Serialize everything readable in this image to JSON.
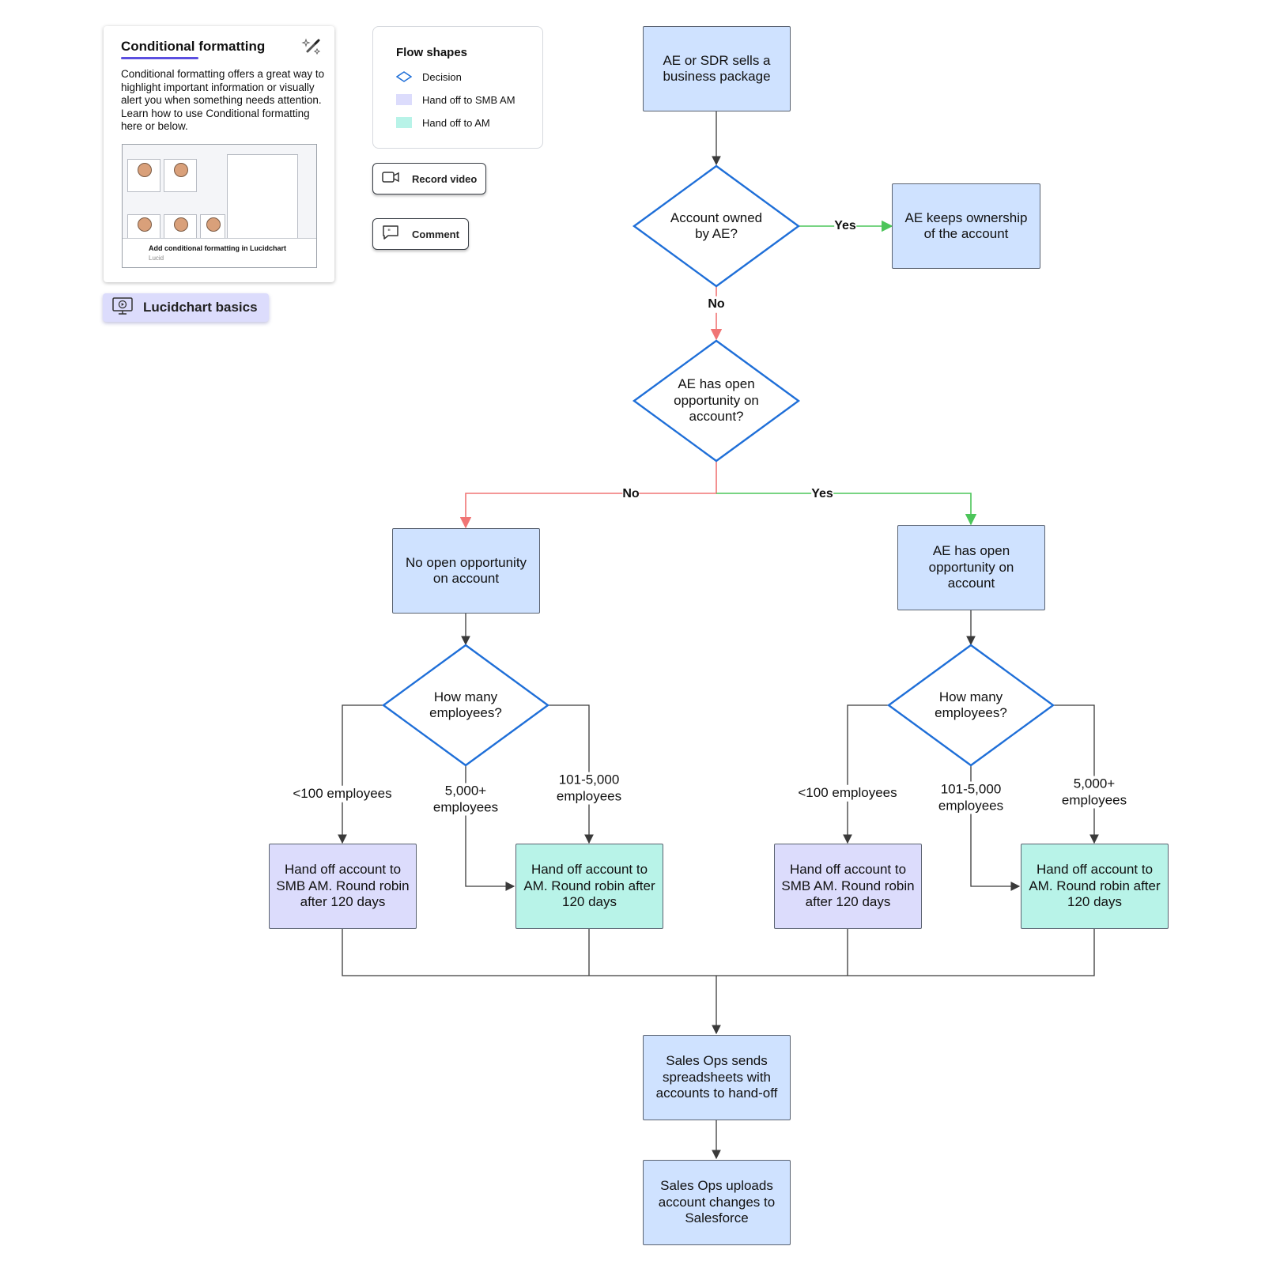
{
  "card": {
    "title": "Conditional formatting",
    "body": "Conditional formatting offers a great way to highlight important information or visually alert you when something needs attention. Learn how to use Conditional formatting here or below.",
    "video_title": "Add conditional formatting in Lucidchart",
    "video_source": "Lucid",
    "icon": "magic-wand-icon"
  },
  "basics": {
    "label": "Lucidchart basics",
    "icon": "video-monitor-icon"
  },
  "legend": {
    "title": "Flow shapes",
    "items": [
      {
        "label": "Decision",
        "color": "#1f6fd8"
      },
      {
        "label": "Hand off to SMB AM",
        "color": "#dcdcfc"
      },
      {
        "label": "Hand off to AM",
        "color": "#b8f3e8"
      }
    ]
  },
  "buttons": {
    "record_video": {
      "label": "Record video",
      "icon": "video-camera-icon"
    },
    "comment": {
      "label": "Comment",
      "icon": "comment-icon"
    }
  },
  "colors": {
    "process": "#cfe2ff",
    "smb": "#dcdcfc",
    "am": "#b8f3e8",
    "decision_border": "#1f6fd8",
    "yes_edge": "#4cc55a",
    "no_edge": "#f07575",
    "edge": "#3a3a3a"
  },
  "flow": {
    "start": "AE or SDR sells a business package",
    "decision_owned": "Account owned by AE?",
    "keeps_ownership": "AE keeps ownership of the account",
    "decision_open_opp": "AE has open opportunity on account?",
    "no_open_opp": "No open opportunity on account",
    "has_open_opp": "AE has open opportunity on account",
    "decision_employees_left": "How many employees?",
    "decision_employees_right": "How many employees?",
    "handoff_smb_left": "Hand off account to SMB AM. Round robin after 120 days",
    "handoff_am_left": "Hand off account to AM. Round robin after 120 days",
    "handoff_smb_right": "Hand off account to SMB AM. Round robin after 120 days",
    "handoff_am_right": "Hand off account to AM. Round robin after 120 days",
    "sales_ops_sends": "Sales Ops sends spreadsheets with accounts to hand-off",
    "sales_ops_uploads": "Sales Ops uploads account changes to Salesforce"
  },
  "edge_labels": {
    "owned_yes": "Yes",
    "owned_no": "No",
    "opp_no": "No",
    "opp_yes": "Yes",
    "left_lt100": "<100 employees",
    "left_5000": "5,000+ employees",
    "left_101": "101-5,000 employees",
    "right_lt100": "<100 employees",
    "right_101": "101-5,000 employees",
    "right_5000": "5,000+ employees"
  }
}
